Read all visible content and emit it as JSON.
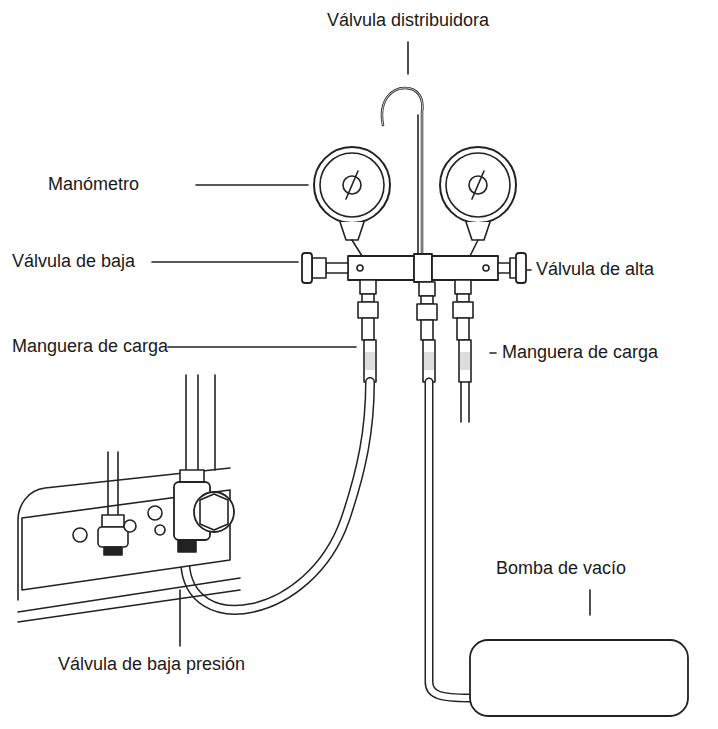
{
  "diagram": {
    "labels": [
      "Válvula distribuidora",
      "Manómetro",
      "Válvula de baja",
      "Válvula de alta",
      "Manguera de carga",
      "Manguera de carga",
      "Bomba de vacío",
      "Válvula de baja presión"
    ]
  }
}
